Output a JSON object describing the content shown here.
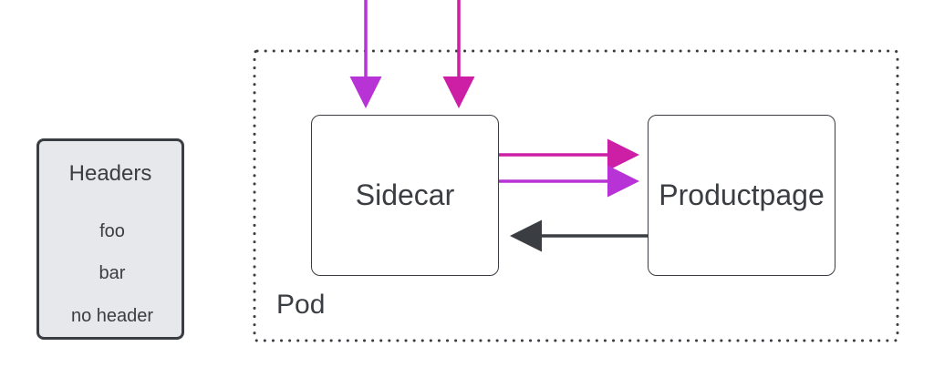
{
  "legend": {
    "title": "Headers",
    "items": [
      {
        "label": "foo",
        "color": "#b833d6"
      },
      {
        "label": "bar",
        "color": "#cc1fa5"
      },
      {
        "label": "no header",
        "color": "#3a3d42"
      }
    ]
  },
  "pod": {
    "label": "Pod"
  },
  "nodes": {
    "sidecar": {
      "label": "Sidecar"
    },
    "productpage": {
      "label": "Productpage"
    }
  },
  "colors": {
    "foo": "#b833d6",
    "bar": "#cc1fa5",
    "none": "#3a3d42",
    "border": "#3a3d42",
    "legend_bg": "#e6e8ec"
  }
}
